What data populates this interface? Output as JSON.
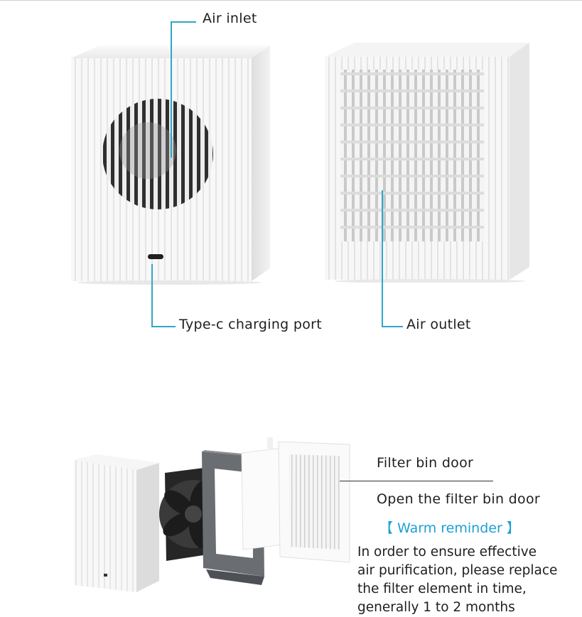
{
  "labels": {
    "air_inlet": "Air inlet",
    "charging_port": "Type-c charging port",
    "air_outlet": "Air outlet",
    "filter_bin_door": "Filter bin door",
    "open_filter_door": "Open the filter bin door",
    "warm_reminder": "【 Warm reminder 】",
    "reminder_lines": [
      "In order to ensure effective",
      "air purification, please replace",
      "the filter element in time,",
      "generally 1 to 2 months"
    ]
  },
  "colors": {
    "leader_line": "#2fa6c9",
    "reminder_text": "#1d9fd6",
    "body_text": "#1e1e1e",
    "product_white": "#f7f7f7",
    "product_shadow": "#d9d9d9",
    "fan_dark": "#2b2b2b",
    "frame_gray": "#6a6d72",
    "filter_badge": "#f39a2b"
  },
  "icons": {
    "front_unit": "purifier-front-icon",
    "back_unit": "purifier-back-icon",
    "exploded": "exploded-view-icon"
  }
}
